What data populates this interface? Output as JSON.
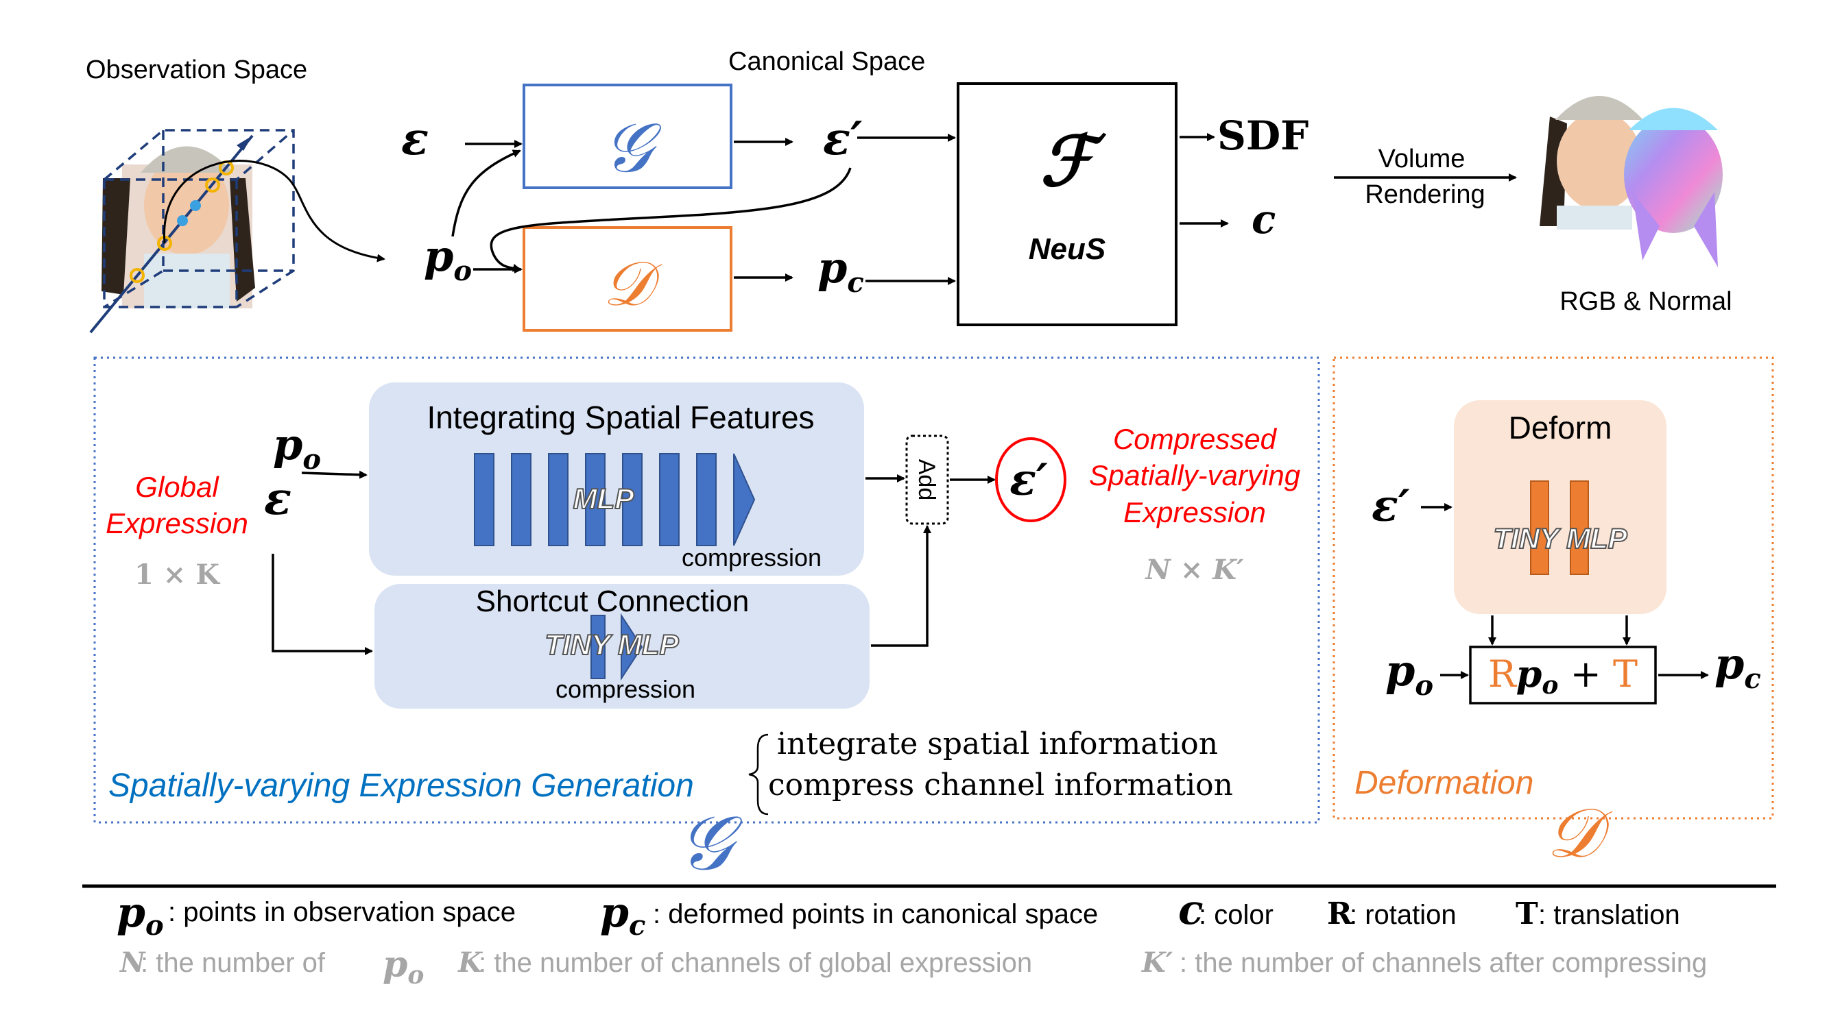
{
  "top": {
    "observation_space": "Observation Space",
    "canonical_space": "Canonical Space",
    "epsilon": "ε",
    "epsilon_prime": "ε′",
    "p_o": "p",
    "p_o_sub": "o",
    "p_c": "p",
    "p_c_sub": "c",
    "G": "𝒢",
    "D": "𝒟",
    "F": "ℱ",
    "neus": "NeuS",
    "sdf": "SDF",
    "c": "c",
    "volume": "Volume",
    "rendering": "Rendering",
    "rgb_normal": "RGB & Normal"
  },
  "gen": {
    "title": "Spatially-varying Expression Generation",
    "global_1": "Global",
    "global_2": "Expression",
    "dim_in": "1  × K",
    "integrating": "Integrating Spatial Features",
    "mlp": "MLP",
    "compression": "compression",
    "shortcut": "Shortcut Connection",
    "tiny_mlp": "TINY MLP",
    "compression2": "compression",
    "add": "Add",
    "compressed_1": "Compressed",
    "compressed_2": "Spatially-varying",
    "compressed_3": "Expression",
    "dim_out": "N  × K′",
    "brace_1": "integrate spatial information",
    "brace_2": "compress channel information",
    "G_label": "𝒢"
  },
  "deform": {
    "title": "Deformation",
    "deform": "Deform",
    "tiny_mlp": "TINY MLP",
    "formula_R": "R",
    "formula_p": "p",
    "formula_sub": "o",
    "formula_plus": " + ",
    "formula_T": "T",
    "D_label": "𝒟"
  },
  "legend": {
    "po_desc": ": points in observation space",
    "pc_desc": ": deformed points in canonical space",
    "c_sym": "c",
    "c_desc": " : color",
    "r_sym": "R",
    "r_desc": " : rotation",
    "t_sym": "T",
    "t_desc": " : translation",
    "n_sym": "N",
    "n_desc": " : the number of",
    "k_sym": "K",
    "k_desc": ": the number of channels of global expression",
    "kp_sym": "K′",
    "kp_desc": ": the number of channels after compressing"
  },
  "colors": {
    "blue": "#4472C4",
    "orange": "#ED7D31",
    "red": "#FF0000",
    "light_blue": "#DAE3F3",
    "light_orange": "#FBE5D6",
    "gray": "#A6A6A6",
    "gen_title": "#0070C0"
  }
}
